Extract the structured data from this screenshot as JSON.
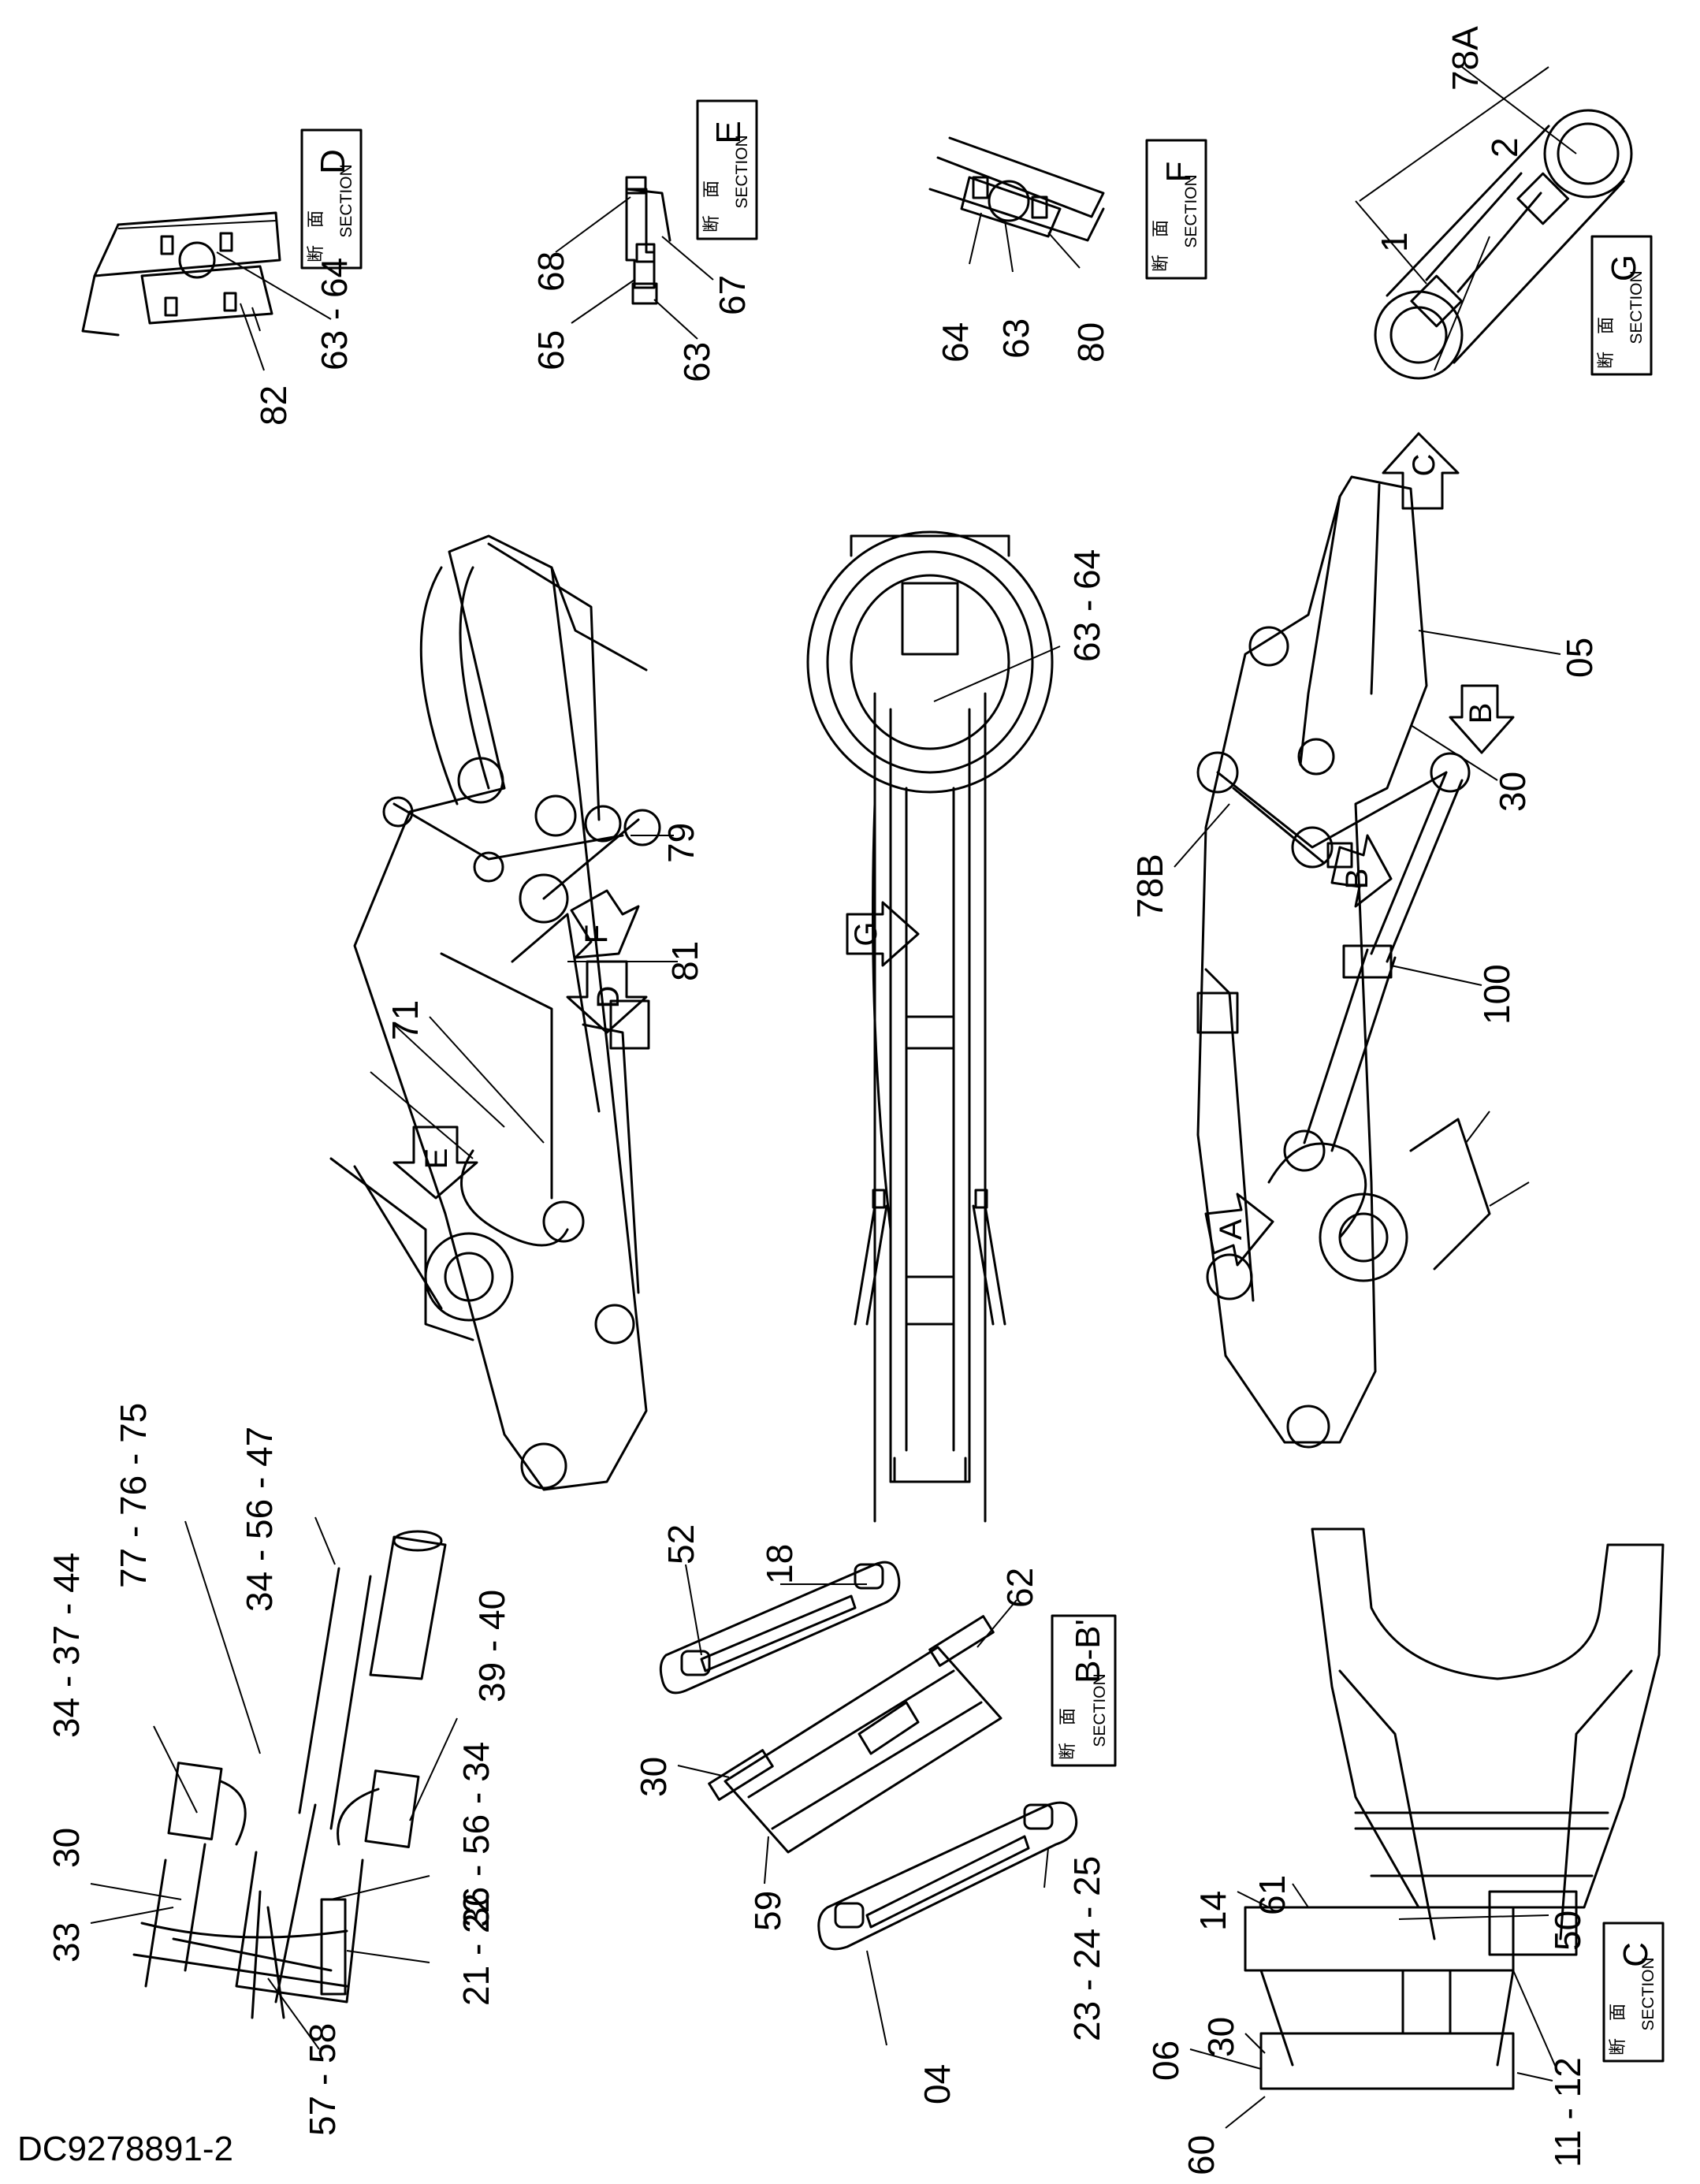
{
  "document_id": "DC9278891-2",
  "sections": {
    "D": {
      "kanji": "断　面",
      "word": "SECTION",
      "letter": "D"
    },
    "E": {
      "kanji": "断　面",
      "word": "SECTION",
      "letter": "E"
    },
    "F": {
      "kanji": "断　面",
      "word": "SECTION",
      "letter": "F"
    },
    "G": {
      "kanji": "断　面",
      "word": "SECTION",
      "letter": "G"
    },
    "BB": {
      "kanji": "断　面",
      "word": "SECTION",
      "letter": "B-B'"
    },
    "C": {
      "kanji": "断　面",
      "word": "SECTION",
      "letter": "C"
    }
  },
  "view_arrows": {
    "A": "A",
    "B1": "B",
    "B2": "B",
    "C": "C",
    "D": "D",
    "E": "E",
    "F": "F",
    "G": "G"
  },
  "labels": {
    "d_82": "82",
    "d_63_64": "63 - 64",
    "e_68": "68",
    "e_65": "65",
    "e_67": "67",
    "e_63": "63",
    "f_64": "64",
    "f_63": "63",
    "f_80": "80",
    "g_78a": "78A",
    "g_2": "2",
    "g_1": "1",
    "l_79": "79",
    "l_81": "81",
    "l_71": "71",
    "c_63_64": "63 - 64",
    "r_05": "05",
    "r_30": "30",
    "r_78b": "78B",
    "r_100": "100",
    "bl_77_76_75": "77 - 76 - 75",
    "bl_34_56_47": "34 - 56 - 47",
    "bl_34_37_44": "34 - 37 - 44",
    "bl_39_40": "39 - 40",
    "bl_30": "30",
    "bl_33": "33",
    "bl_36_56_34": "36 - 56 - 34",
    "bl_21_22": "21 - 22",
    "bl_57_58": "57 - 58",
    "bb_52": "52",
    "bb_18": "18",
    "bb_62": "62",
    "bb_30": "30",
    "bb_59": "59",
    "bb_04": "04",
    "bb_23_24_25": "23 - 24 - 25",
    "c_14": "14",
    "c_61": "61",
    "c_50": "50",
    "c_06": "06",
    "c_30": "30",
    "c_60": "60",
    "c_11_12": "11 - 12"
  }
}
